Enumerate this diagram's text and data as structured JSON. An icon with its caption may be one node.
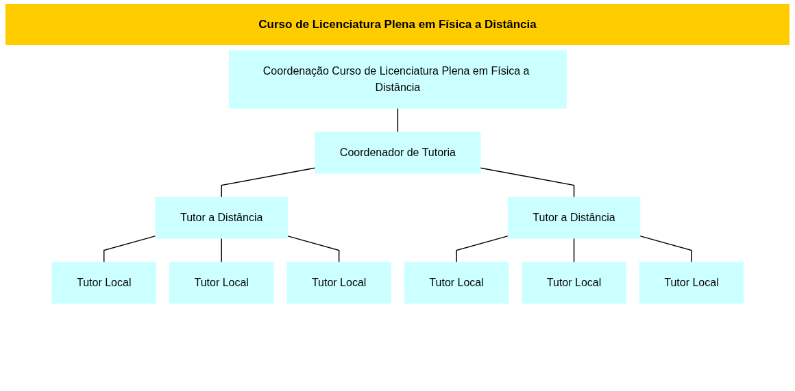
{
  "diagram": {
    "title": "Curso de Licenciatura Plena em Física a Distância",
    "nodes": [
      {
        "text": [
          "Coordenação Curso de Licenciatura Plena em Física a Distância"
        ]
      },
      {
        "text": [
          "Coordenador de Tutoria"
        ]
      },
      {
        "text": [
          "Tutor a Distância"
        ]
      },
      {
        "text": [
          "Tutor a Distância"
        ]
      },
      {
        "text": [
          "Tutor Local"
        ]
      },
      {
        "text": [
          "Tutor Local"
        ]
      },
      {
        "text": [
          "Tutor Local"
        ]
      },
      {
        "text": [
          "Tutor Local"
        ]
      },
      {
        "text": [
          "Tutor Local"
        ]
      },
      {
        "text": [
          "Tutor Local"
        ]
      }
    ],
    "edges": [
      {
        "from": 0,
        "to": 1,
        "arrow": "none"
      },
      {
        "from": 1,
        "to": 2,
        "arrow": "none"
      },
      {
        "from": 1,
        "to": 3,
        "arrow": "none"
      },
      {
        "from": 2,
        "to": 4,
        "arrow": "none"
      },
      {
        "from": 2,
        "to": 5,
        "arrow": "none"
      },
      {
        "from": 2,
        "to": 6,
        "arrow": "none"
      },
      {
        "from": 3,
        "to": 7,
        "arrow": "none"
      },
      {
        "from": 3,
        "to": 8,
        "arrow": "none"
      },
      {
        "from": 3,
        "to": 9,
        "arrow": "none"
      }
    ]
  }
}
